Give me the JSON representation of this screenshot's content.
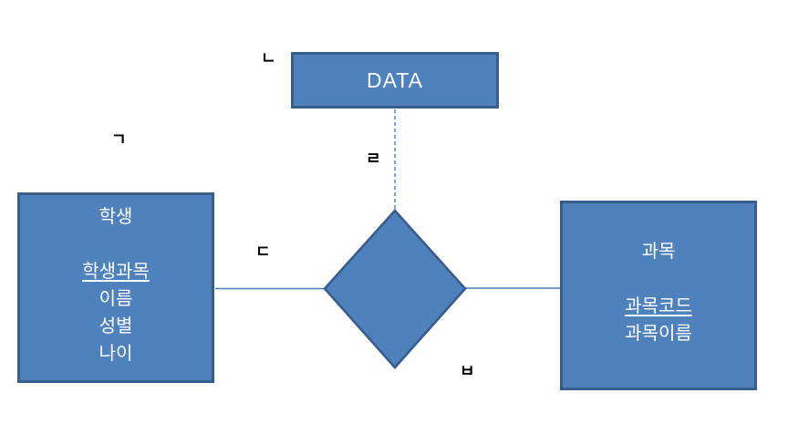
{
  "diagram": {
    "top_entity": {
      "label": "DATA"
    },
    "left_entity": {
      "title": "학생",
      "attributes": [
        "학생과목",
        "이름",
        "성별",
        "나이"
      ],
      "key_attribute": "학생과목"
    },
    "right_entity": {
      "title": "과목",
      "attributes": [
        "과목코드",
        "과목이름"
      ],
      "key_attribute": "과목코드"
    },
    "relationship": {
      "shape": "diamond",
      "label": ""
    },
    "annotations": {
      "top_left_label": "ㄱ",
      "data_box_label": "ㄴ",
      "left_connector_label": "ㄷ",
      "dashed_connector_label": "ㄹ",
      "diamond_bottom_label": "ㅂ"
    },
    "colors": {
      "shape_fill": "#4f81bd",
      "shape_border": "#385d8a",
      "connector": "#4a7ebb",
      "annotation_text": "#000000",
      "shape_text": "#ffffff"
    }
  }
}
